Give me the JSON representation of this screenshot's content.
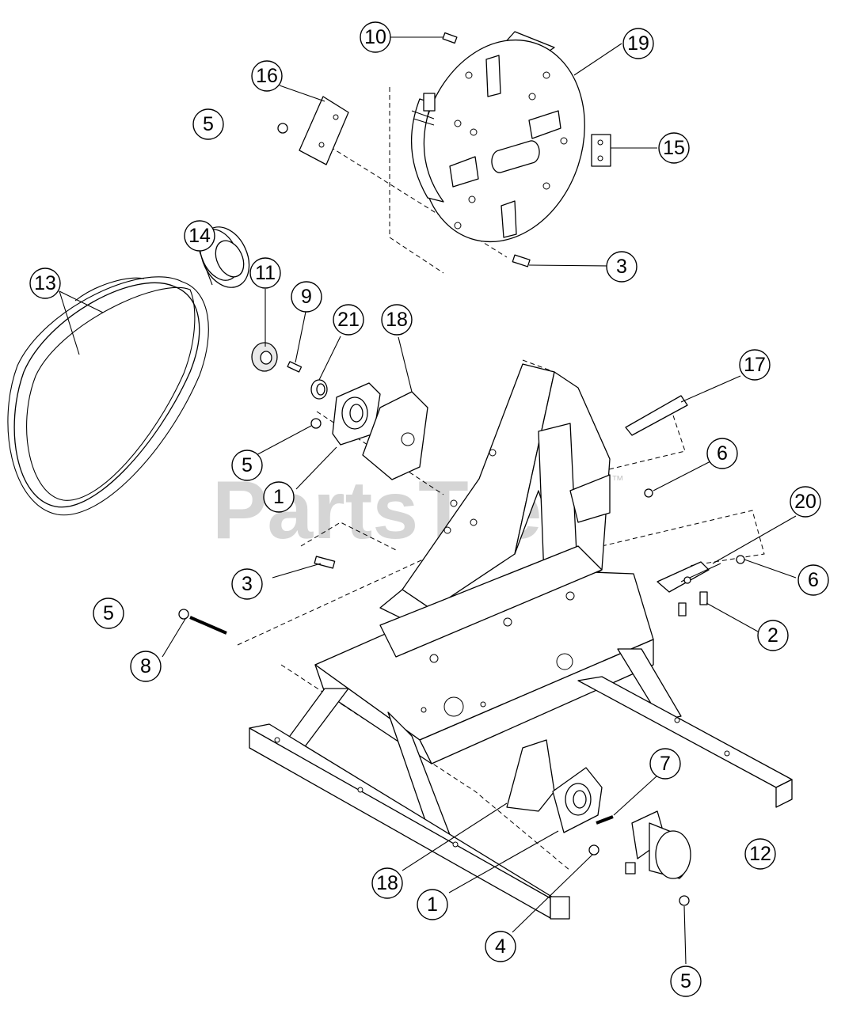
{
  "watermark": {
    "text": "PartsTre",
    "tm": "™"
  },
  "callouts": [
    {
      "label": "10"
    },
    {
      "label": "19"
    },
    {
      "label": "16"
    },
    {
      "label": "5"
    },
    {
      "label": "15"
    },
    {
      "label": "3"
    },
    {
      "label": "14"
    },
    {
      "label": "13"
    },
    {
      "label": "11"
    },
    {
      "label": "9"
    },
    {
      "label": "21"
    },
    {
      "label": "18"
    },
    {
      "label": "17"
    },
    {
      "label": "5"
    },
    {
      "label": "6"
    },
    {
      "label": "1"
    },
    {
      "label": "20"
    },
    {
      "label": "3"
    },
    {
      "label": "6"
    },
    {
      "label": "5"
    },
    {
      "label": "2"
    },
    {
      "label": "8"
    },
    {
      "label": "7"
    },
    {
      "label": "12"
    },
    {
      "label": "18"
    },
    {
      "label": "1"
    },
    {
      "label": "4"
    },
    {
      "label": "5"
    }
  ]
}
